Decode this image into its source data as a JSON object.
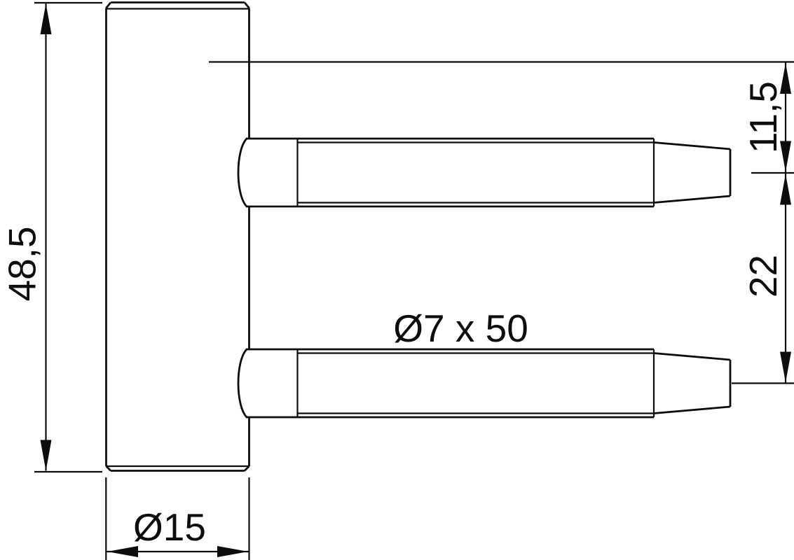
{
  "drawing": {
    "background": "#ffffff",
    "line_color": "#0d0d0d",
    "labels": {
      "body_height": "48,5",
      "body_diameter": "Ø15",
      "pin_spec": "Ø7 x 50",
      "pin_offset_top": "11,5",
      "pin_spacing": "22"
    }
  }
}
